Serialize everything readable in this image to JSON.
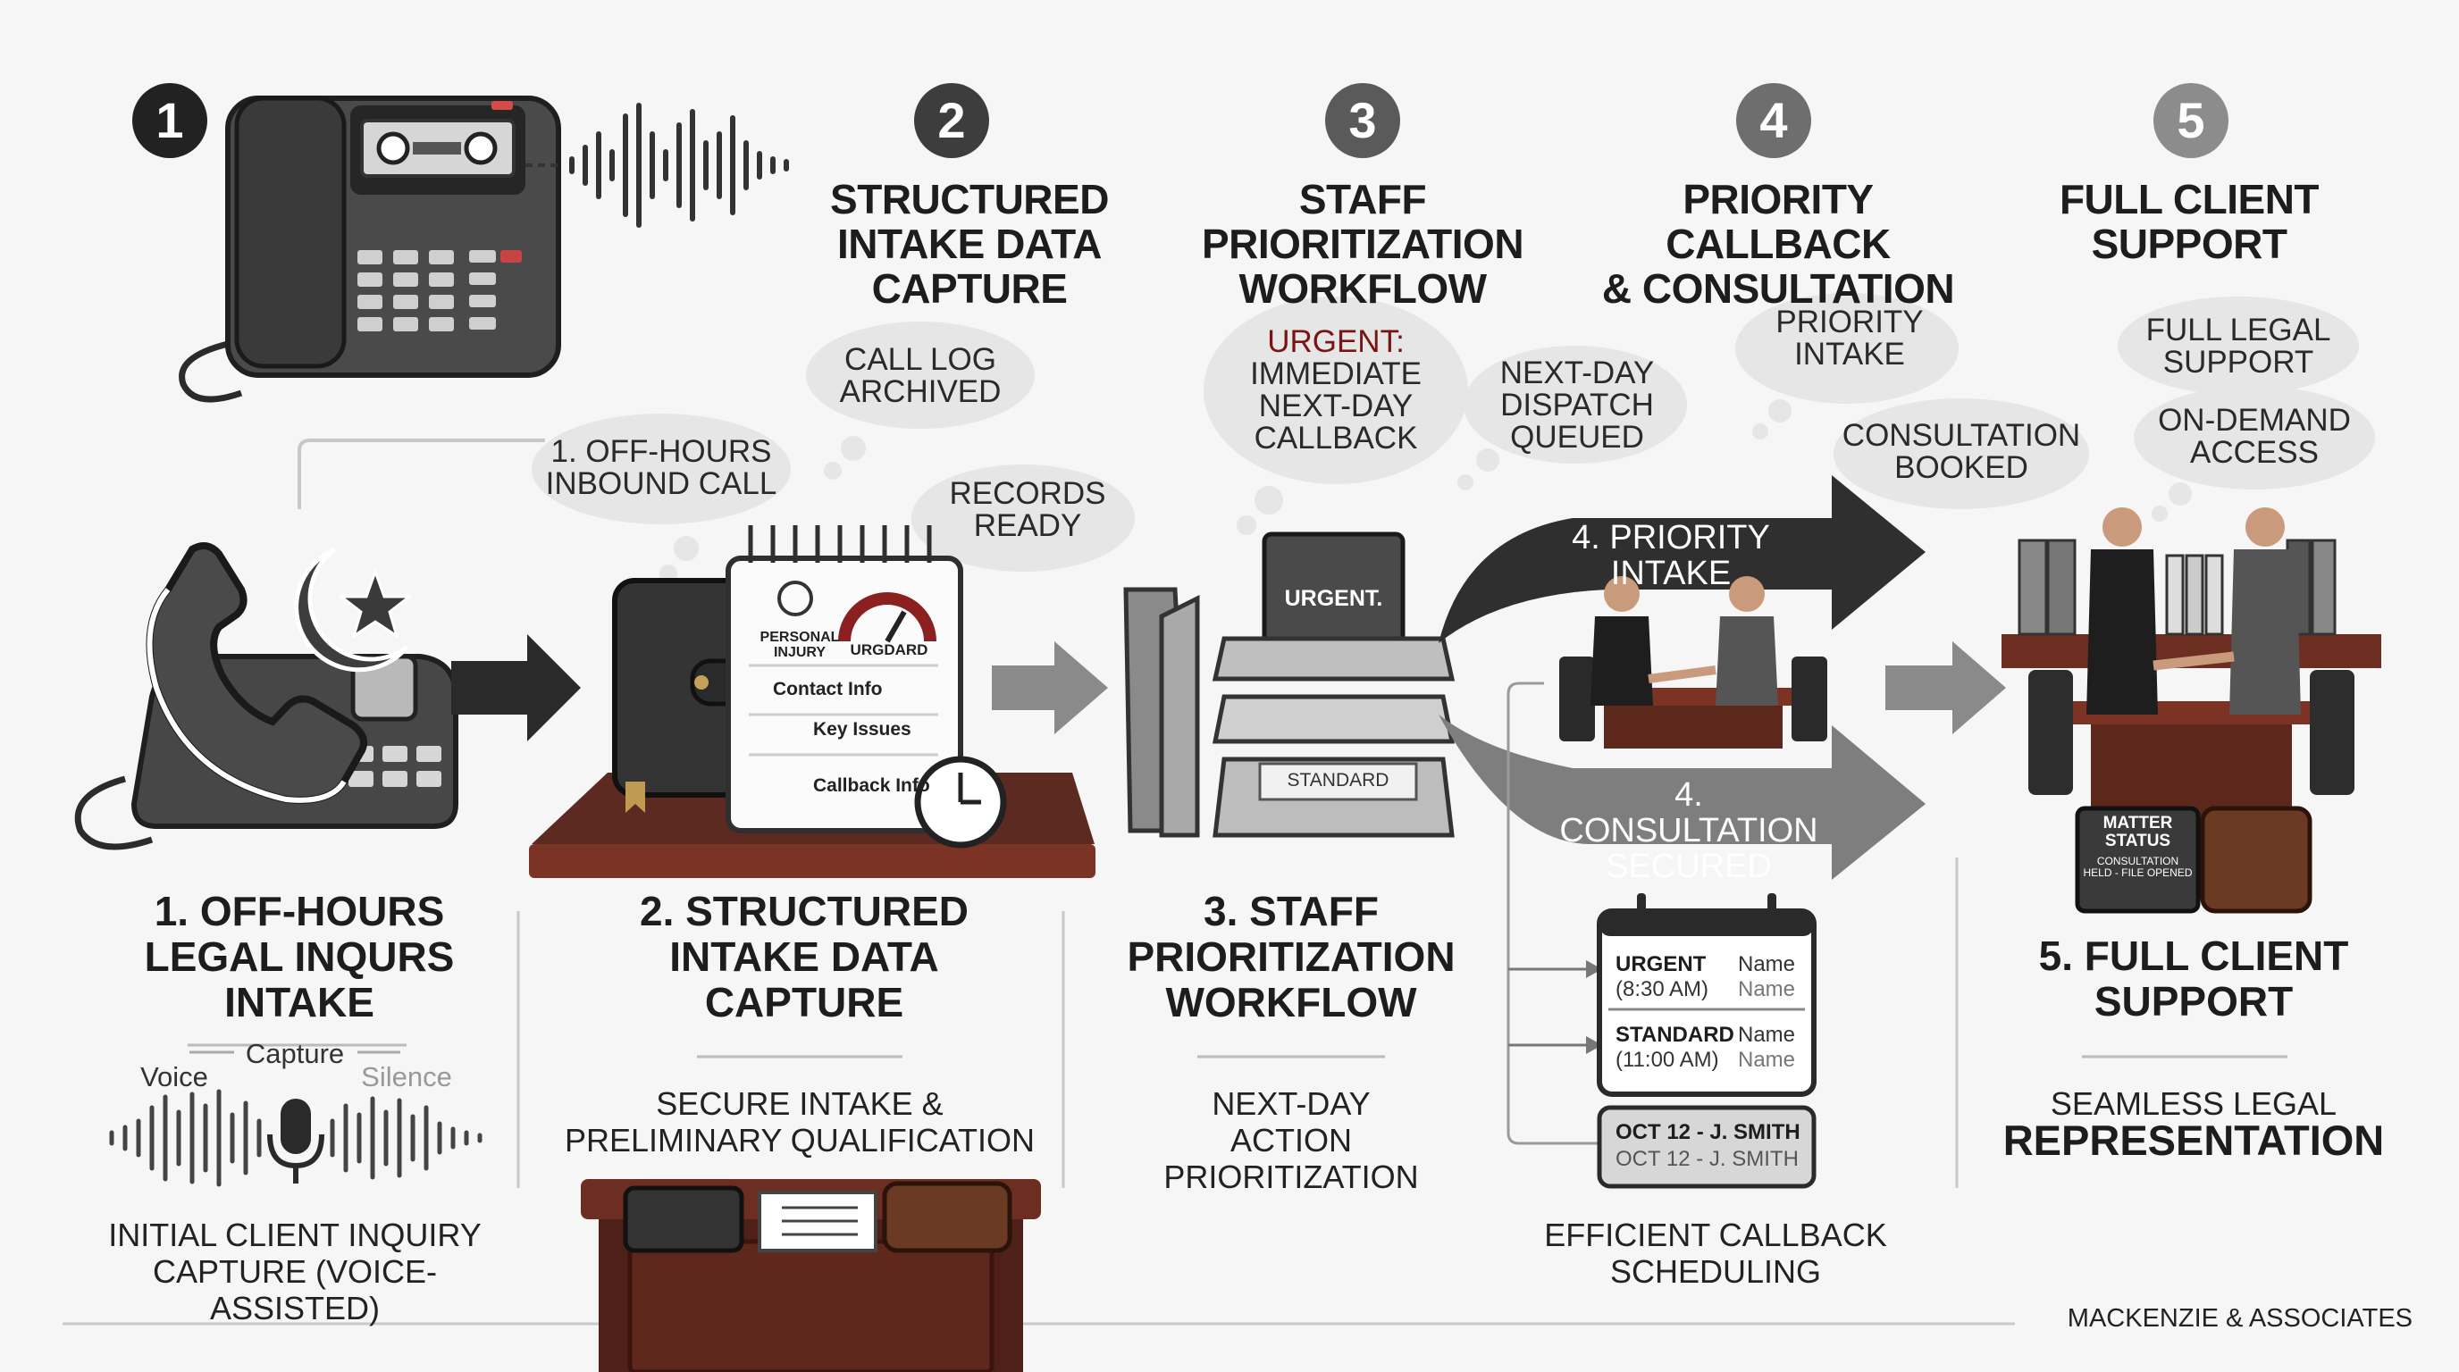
{
  "steps": [
    {
      "number": "1",
      "title": "1. OFF-HOURS\nLEGAL INQURS\nINTAKE",
      "subtitle": "INITIAL CLIENT INQUIRY\nCAPTURE (VOICE-ASSISTED)"
    },
    {
      "number": "2",
      "heading": "STRUCTURED\nINTAKE DATA\nCAPTURE",
      "title": "2. STRUCTURED\nINTAKE DATA\nCAPTURE",
      "subtitle": "SECURE INTAKE &\nPRELIMINARY QUALIFICATION"
    },
    {
      "number": "3",
      "heading": "STAFF PRIORITIZATION\nWORKFLOW",
      "title": "3. STAFF\nPRIORITIZATION\nWORKFLOW",
      "subtitle": "NEXT-DAY\nACTION\nPRIORITIZATION"
    },
    {
      "number": "4",
      "heading": "PRIORITY CALLBACK\n& CONSULTATION",
      "subtitle": "EFFICIENT CALLBACK\nSCHEDULING"
    },
    {
      "number": "5",
      "heading": "FULL CLIENT\nSUPPORT",
      "title": "5. FULL CLIENT\nSUPPORT",
      "subtitle_1": "SEAMLESS LEGAL",
      "subtitle_2": "REPRESENTATION"
    }
  ],
  "bubbles": {
    "inbound_call": "1. OFF-HOURS\nINBOUND CALL",
    "call_log": "CALL LOG\nARCHIVED",
    "records_ready": "RECORDS\nREADY",
    "urgent_label": "URGENT:",
    "urgent_detail": "IMMEDIATE\nNEXT-DAY\nCALLBACK",
    "dispatch": "NEXT-DAY\nDISPATCH\nQUEUED",
    "priority_intake": "PRIORITY\nINTAKE",
    "consultation_booked": "CONSULTATION\nBOOKED",
    "full_legal_support": "FULL LEGAL\nSUPPORT",
    "on_demand_access": "ON-DEMAND\nACCESS"
  },
  "arrows": {
    "priority_intake": "4. PRIORITY\nINTAKE",
    "consultation_secured": "4. CONSULTATION\nSECURED"
  },
  "trays": {
    "urgent": "URGENT.",
    "standard": "STANDARD"
  },
  "notepad": {
    "personal_injury": "PERSONAL\nINJURY",
    "gauge_label": "URGDARD",
    "contact_info": "Contact Info",
    "key_issues": "Key Issues",
    "callback_info": "Callback Info"
  },
  "office": {
    "matter_status": "MATTER\nSTATUS",
    "matter_detail": "CONSULTATION\nHELD - FILE OPENED"
  },
  "calendar": {
    "urgent_slot": "URGENT",
    "urgent_time": "(8:30 AM)",
    "urgent_name_1": "Name",
    "urgent_name_2": "Name",
    "standard_slot": "STANDARD",
    "standard_time": "(11:00 AM)",
    "standard_name_1": "Name",
    "standard_name_2": "Name",
    "appointment_1": "OCT 12 - J. SMITH",
    "appointment_2": "OCT 12 - J. SMITH"
  },
  "voice": {
    "capture": "Capture",
    "voice": "Voice",
    "silence": "Silence"
  },
  "footer": {
    "firm": "MACKENZIE & ASSOCIATES"
  },
  "colors": {
    "urgent": "#7a1414",
    "wood": "#6d2e22",
    "dark": "#2a2a2a",
    "mid_gray": "#7e7e7e"
  },
  "icons": [
    "desk-phone-icon",
    "soundwave-icon",
    "off-hours-phone-icon",
    "microphone-icon",
    "calendar-icon"
  ]
}
